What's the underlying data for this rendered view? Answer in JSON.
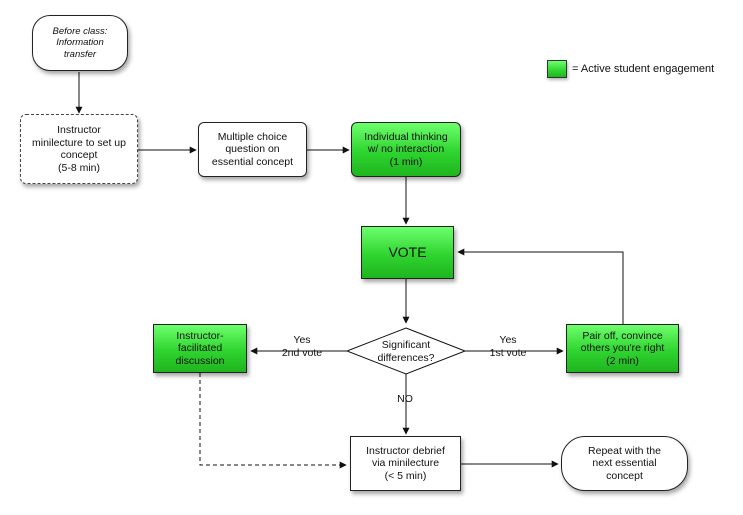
{
  "legend": {
    "text": "= Active student engagement",
    "color": "#33dd33"
  },
  "nodes": {
    "before_class": "Before class:\nInformation\ntransfer",
    "minilecture": "Instructor\nminilecture to set up\nconcept\n(5-8 min)",
    "mc_question": "Multiple choice\nquestion on\nessential concept",
    "individual_thinking": "Individual thinking\nw/ no interaction\n(1 min)",
    "vote": "VOTE",
    "decision": "Significant\ndifferences?",
    "instructor_facilitated": "Instructor-\nfacilitated\ndiscussion",
    "pair_off": "Pair off, convince\nothers you're right\n(2 min)",
    "debrief": "Instructor debrief\nvia minilecture\n(< 5 min)",
    "repeat": "Repeat with the\nnext essential\nconcept"
  },
  "edge_labels": {
    "yes_2nd": "Yes\n2nd vote",
    "yes_1st": "Yes\n1st vote",
    "no": "NO"
  }
}
